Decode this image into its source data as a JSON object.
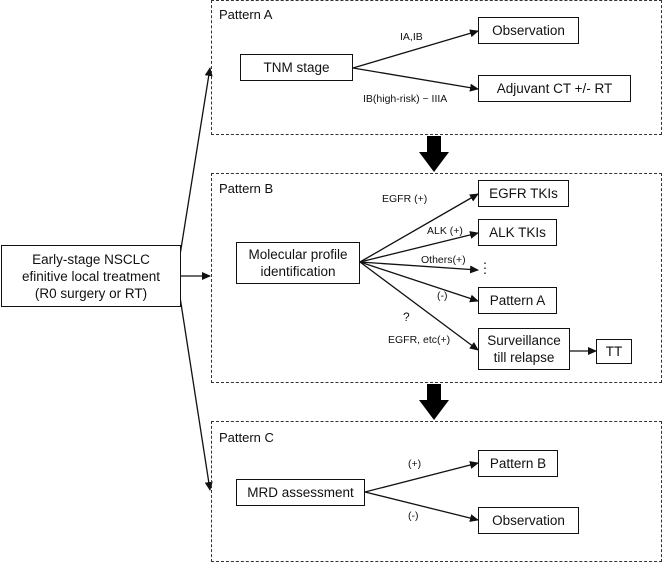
{
  "start": {
    "text": "Early-stage NSCLC\nefinitive  local treatment\n(R0 surgery or RT)"
  },
  "pattern_a": {
    "title": "Pattern A",
    "tnm": "TNM stage",
    "observation": "Observation",
    "adjuvant": "Adjuvant CT +/- RT",
    "edge_low": "IA,IB",
    "edge_high": "IB(high-risk) ~ IIIA"
  },
  "pattern_b": {
    "title": "Pattern B",
    "profile": "Molecular profile\nidentification",
    "egfr_tkis": "EGFR TKIs",
    "alk_tkis": "ALK TKIs",
    "ellipsis": "·\n·\n·",
    "pattern_a_ref": "Pattern A",
    "surveillance": "Surveillance\ntill relapse",
    "tt": "TT",
    "edge_egfr": "EGFR (+)",
    "edge_alk": "ALK (+)",
    "edge_others": "Others(+)",
    "edge_neg": "(-)",
    "edge_question": "?",
    "edge_egfr_etc": "EGFR, etc(+)"
  },
  "pattern_c": {
    "title": "Pattern C",
    "mrd": "MRD assessment",
    "pattern_b_ref": "Pattern B",
    "observation": "Observation",
    "edge_pos": "(+)",
    "edge_neg": "(-)"
  }
}
